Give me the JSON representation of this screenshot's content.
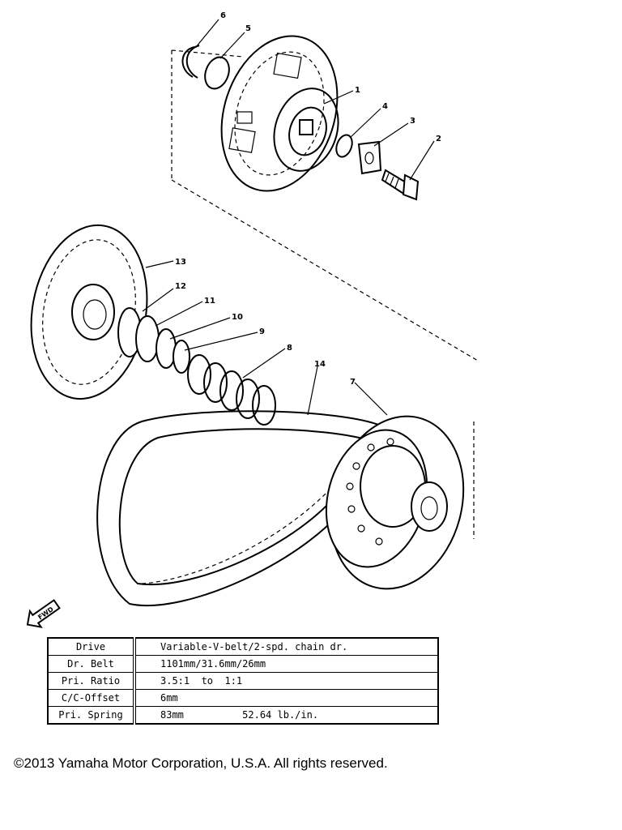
{
  "diagram": {
    "callouts": [
      "6",
      "5",
      "1",
      "4",
      "3",
      "2",
      "13",
      "12",
      "11",
      "10",
      "9",
      "8",
      "14",
      "7"
    ],
    "fwd_marker": "FWD"
  },
  "spec_table": {
    "rows": [
      {
        "label": "Drive",
        "value": "Variable-V-belt/2-spd. chain dr."
      },
      {
        "label": "Dr. Belt",
        "value": "1101mm/31.6mm/26mm"
      },
      {
        "label": "Pri. Ratio",
        "value": "3.5:1  to  1:1"
      },
      {
        "label": "C/C-Offset",
        "value": "6mm"
      },
      {
        "label": "Pri. Spring",
        "value": "83mm          52.64 lb./in."
      }
    ]
  },
  "footer": {
    "copyright": "©2013 Yamaha Motor Corporation, U.S.A. All rights reserved."
  }
}
